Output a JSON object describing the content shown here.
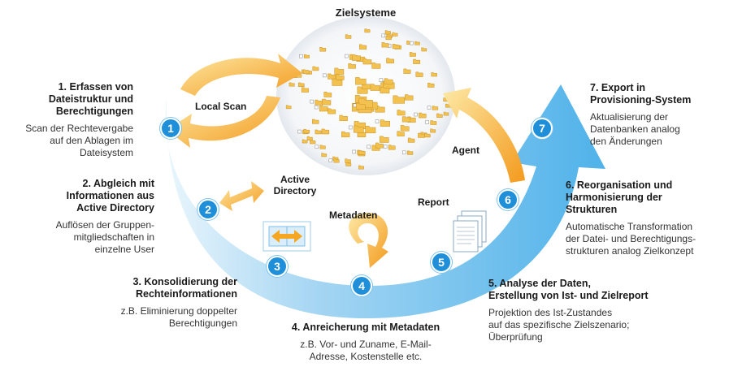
{
  "title": "Zielsysteme",
  "labels": {
    "local_scan": "Local Scan",
    "active_directory": "Active\nDirectory",
    "metadaten": "Metadaten",
    "report": "Report",
    "agent": "Agent"
  },
  "steps": [
    {
      "number": "1",
      "heading": "1. Erfassen von\nDateistruktur und\nBerechtigungen",
      "desc": "Scan der Rechtevergabe\nauf den Ablagen im\nDateisystem"
    },
    {
      "number": "2",
      "heading": "2. Abgleich mit\nInformationen aus\nActive Directory",
      "desc": "Auflösen der Gruppen-\nmitgliedschaften in\neinzelne User"
    },
    {
      "number": "3",
      "heading": "3. Konsolidierung der\nRechteinformationen",
      "desc": "z.B. Eliminierung doppelter\nBerechtigungen"
    },
    {
      "number": "4",
      "heading": "4. Anreicherung mit Metadaten",
      "desc": "z.B. Vor- und Zuname, E-Mail-\nAdresse, Kostenstelle etc."
    },
    {
      "number": "5",
      "heading": "5. Analyse der Daten,\nErstellung von Ist- und Zielreport",
      "desc": "Projektion des Ist-Zustandes\nauf das spezifische Zielszenario;\nÜberprüfung"
    },
    {
      "number": "6",
      "heading": "6. Reorganisation und\nHarmonisierung der\nStrukturen",
      "desc": "Automatische Transformation\nder Datei- und Berechtigungs-\nstrukturen analog Zielkonzept"
    },
    {
      "number": "7",
      "heading": "7. Export in\nProvisioning-System",
      "desc": "Aktualisierung der\nDatenbanken analog\nden Änderungen"
    }
  ],
  "colors": {
    "blue_arrow": "#5fb8ec",
    "badge": "#1e8fd8",
    "orange": "#f5a623",
    "folder": "#f2c14e"
  },
  "icons": [
    "folder-cloud-icon",
    "swap-arrows-icon",
    "circular-arrow-icon",
    "documents-icon"
  ]
}
